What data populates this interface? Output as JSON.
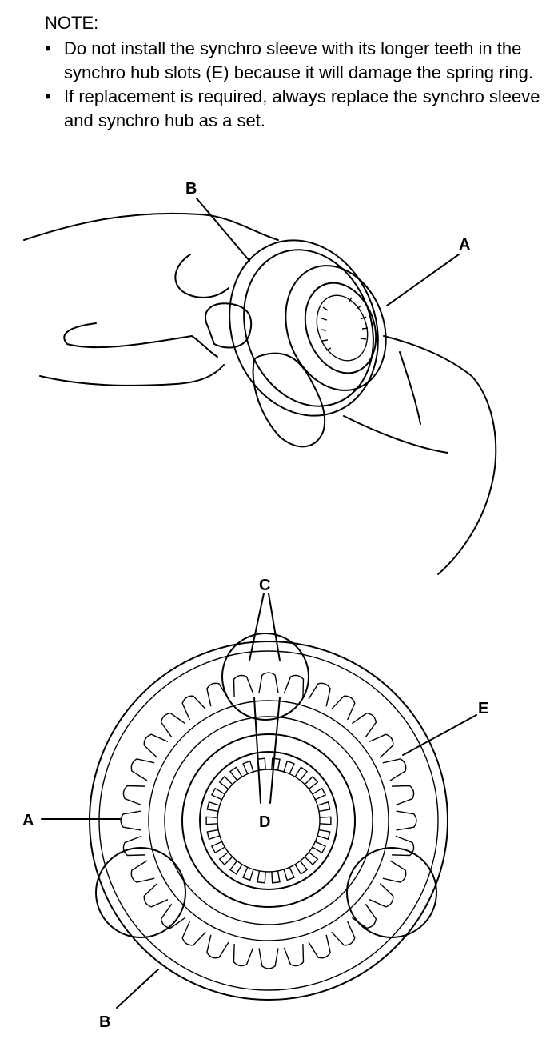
{
  "note": {
    "title": "NOTE:",
    "bullets": [
      "Do not install the synchro sleeve with its longer teeth in the synchro hub slots (E) because it will damage the spring ring.",
      "If replacement is required, always replace the synchro sleeve and synchro hub as a set."
    ]
  },
  "labels": {
    "top_b": "B",
    "top_a": "A",
    "c": "C",
    "d": "D",
    "e": "E",
    "bottom_a": "A",
    "bottom_b": "B"
  }
}
